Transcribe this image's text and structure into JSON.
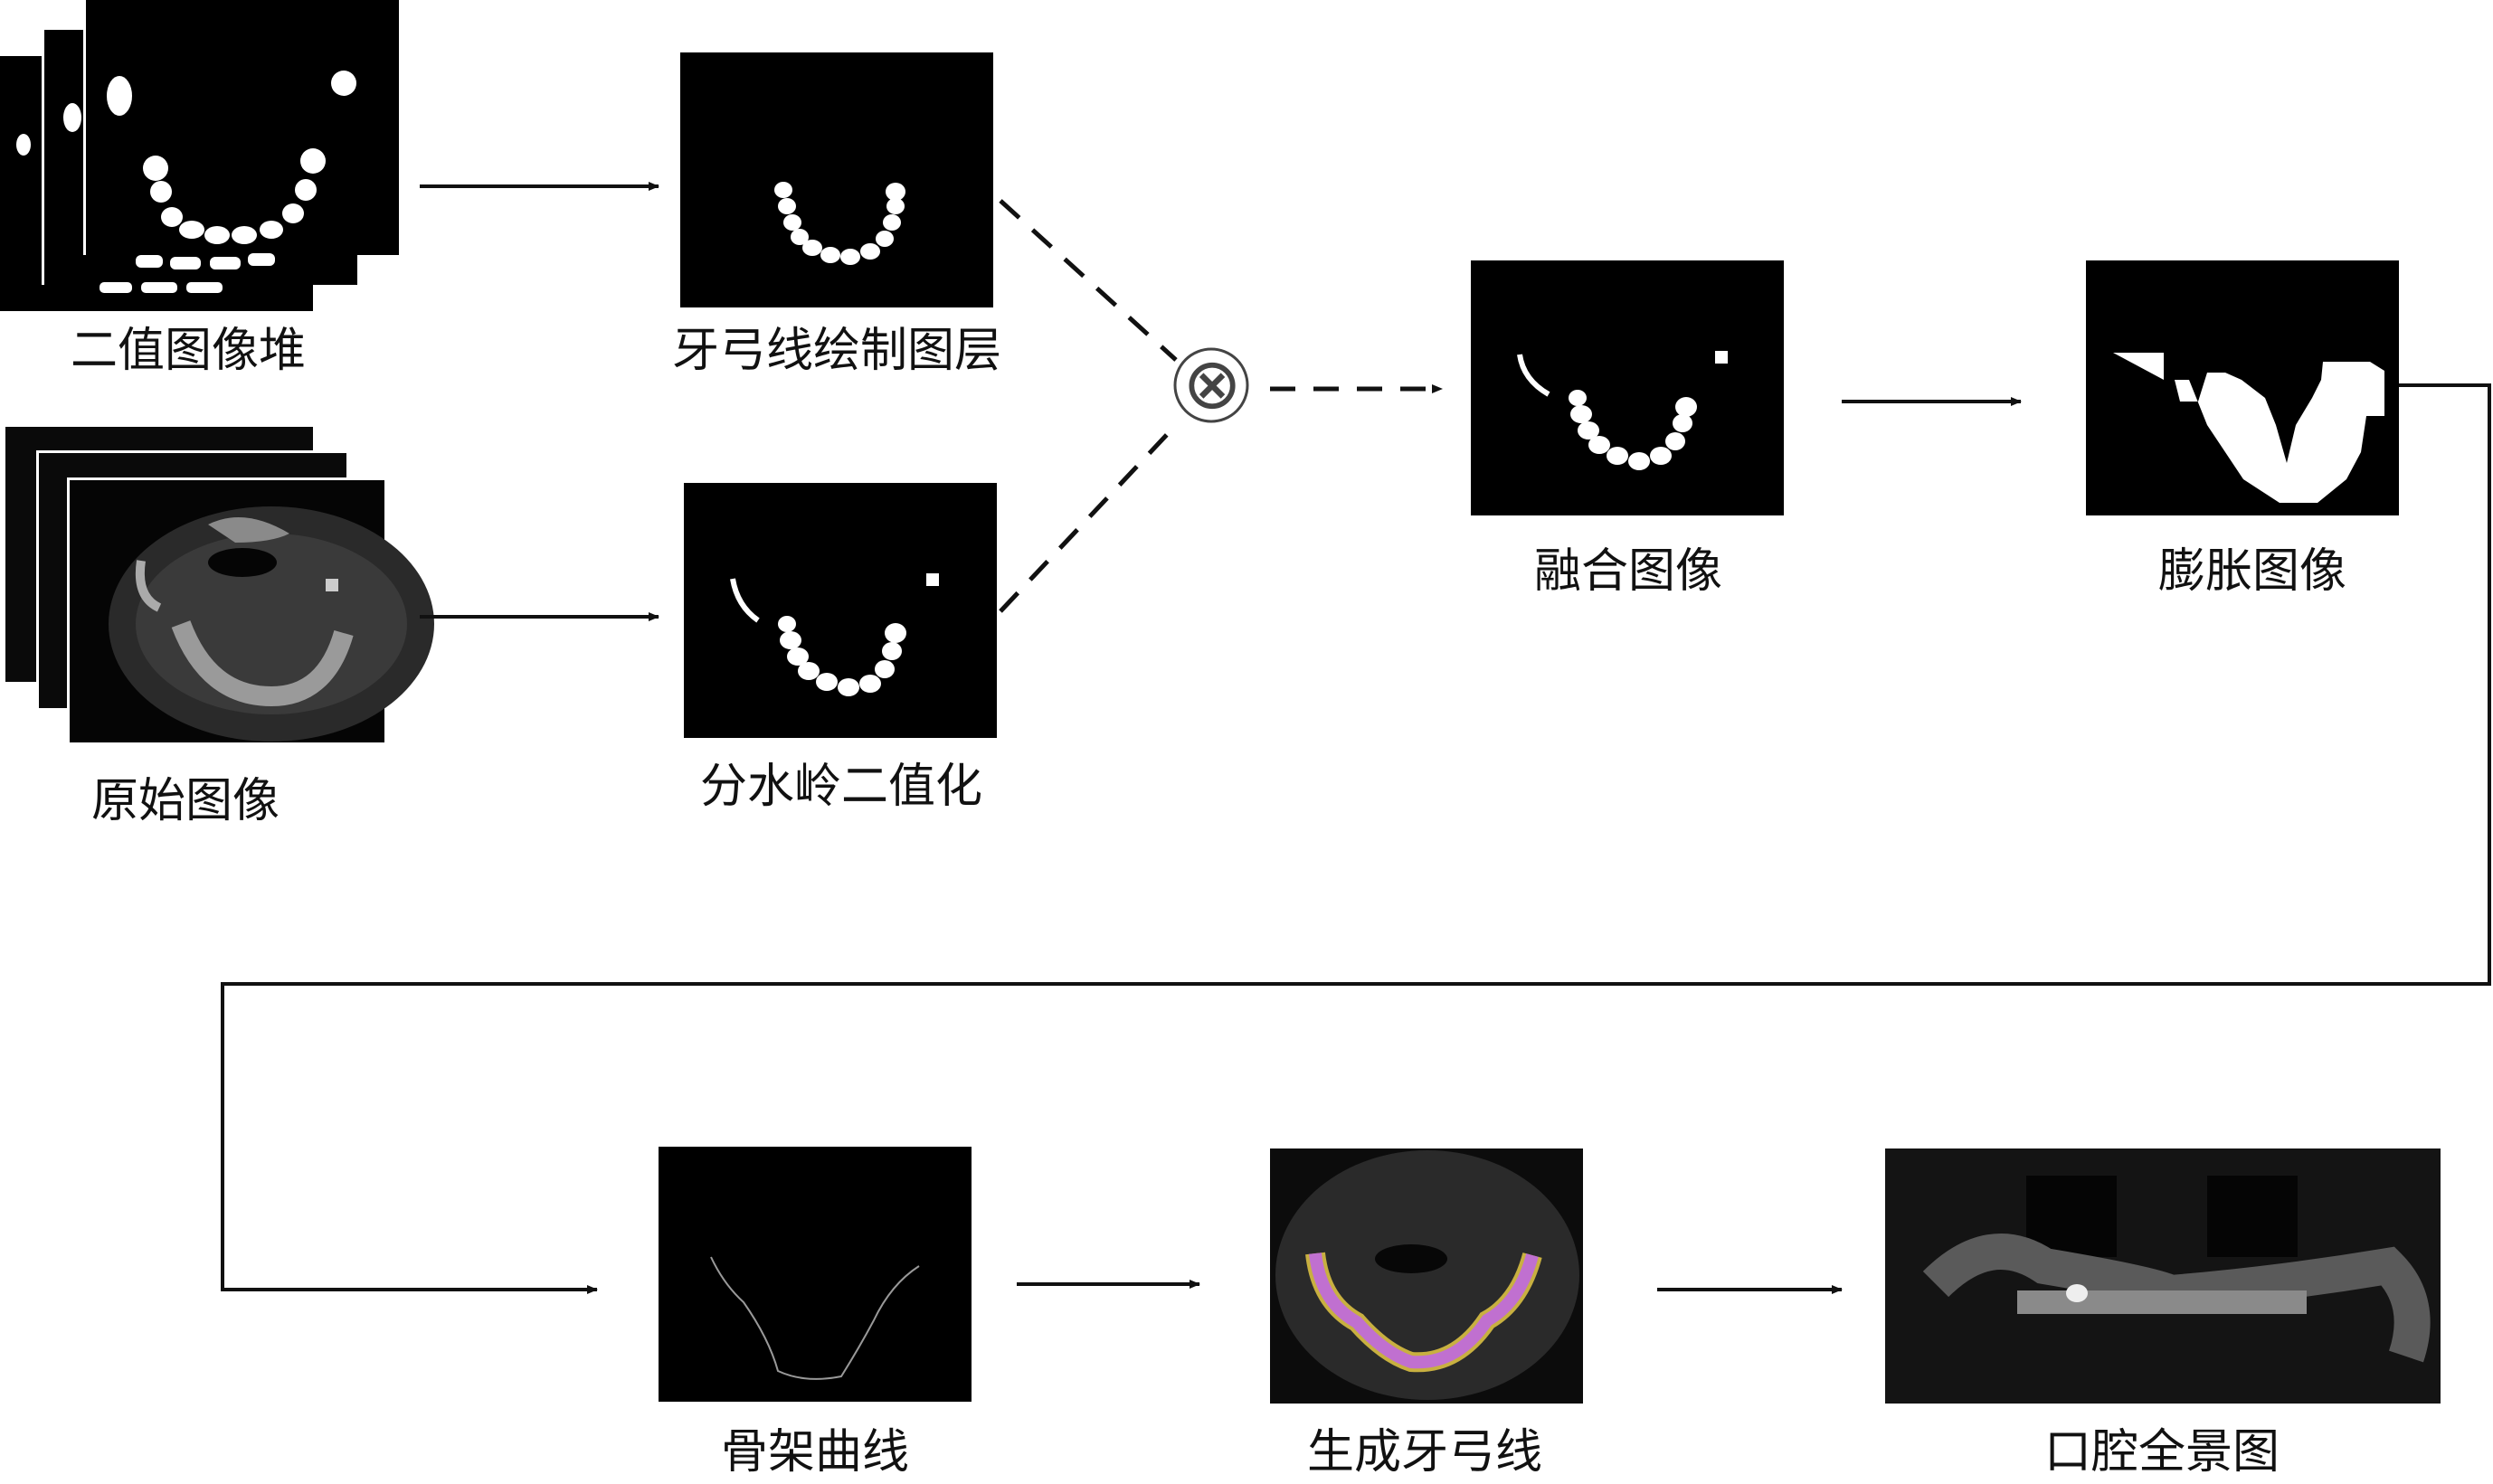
{
  "labels": {
    "binary_stack": "二值图像堆",
    "original": "原始图像",
    "arch_layer": "牙弓线绘制图层",
    "watershed": "分水岭二值化",
    "fused": "融合图像",
    "dilated": "膨胀图像",
    "skeleton": "骨架曲线",
    "generated_arch": "生成牙弓线",
    "panorama": "口腔全景图"
  },
  "operator_symbol": "⊗",
  "colors": {
    "image_bg": "#000000",
    "teeth": "#ffffff",
    "arch_line_purple": "#c070d0",
    "arch_line_yellow": "#c8b040",
    "arrow": "#111111"
  }
}
